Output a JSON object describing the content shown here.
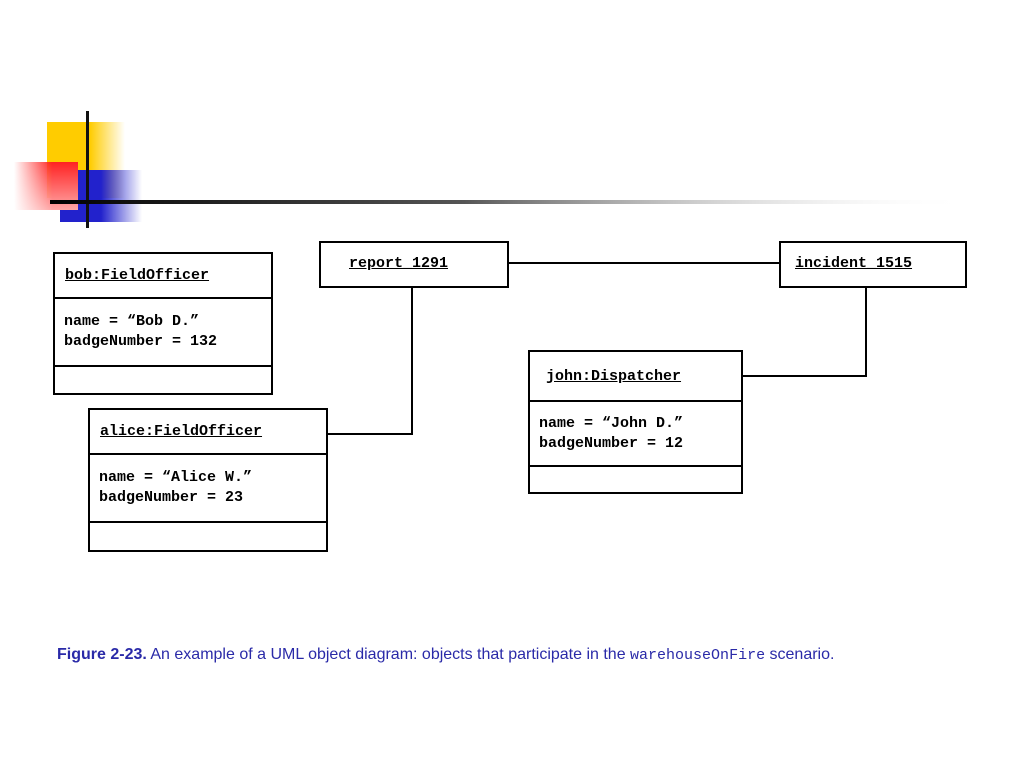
{
  "objects": {
    "bob": {
      "name": "bob:FieldOfficer",
      "attributes": [
        "name = “Bob D.”",
        "badgeNumber = 132"
      ]
    },
    "alice": {
      "name": "alice:FieldOfficer",
      "attributes": [
        "name = “Alice W.”",
        "badgeNumber = 23"
      ]
    },
    "john": {
      "name": "john:Dispatcher",
      "attributes": [
        "name = “John D.”",
        "badgeNumber = 12"
      ]
    },
    "report": {
      "name": "report_1291"
    },
    "incident": {
      "name": "incident_1515"
    }
  },
  "links": [
    {
      "from": "report_1291",
      "to": "incident_1515"
    },
    {
      "from": "report_1291",
      "to": "alice:FieldOfficer"
    },
    {
      "from": "incident_1515",
      "to": "john:Dispatcher"
    }
  ],
  "caption": {
    "label": "Figure 2-23.",
    "text_before": "An example of a UML object diagram: objects that participate in the",
    "code": "warehouseOnFire",
    "text_after": "scenario."
  },
  "colors": {
    "caption": "#2a2aa8",
    "deco_yellow": "#ffcc00",
    "deco_red": "#ff2222",
    "deco_blue": "#2222cc"
  }
}
